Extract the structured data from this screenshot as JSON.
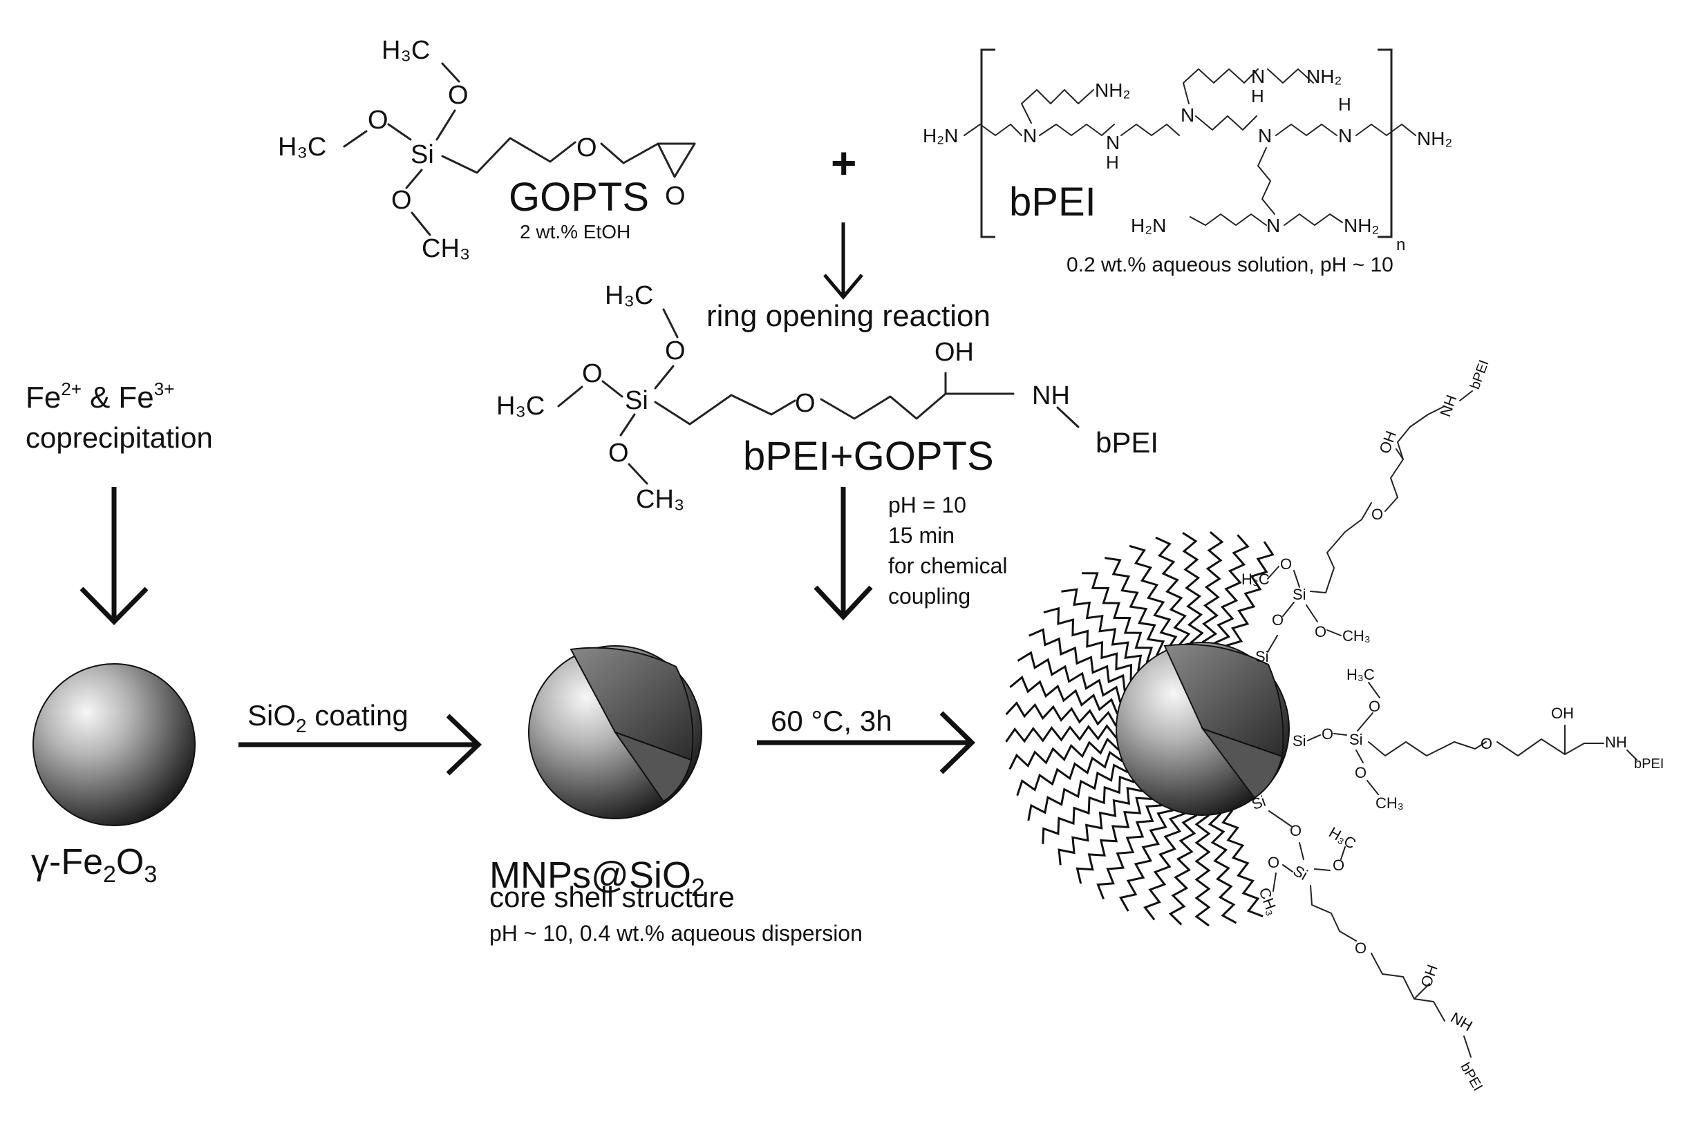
{
  "colors": {
    "background": "#ffffff",
    "ink": "#111111",
    "sphere_light": "#f4f4f4",
    "sphere_dark": "#1e1e1e"
  },
  "gopts": {
    "name": "GOPTS",
    "solvent": "2 wt.% EtOH",
    "h3c_top": "H₃C",
    "h3c_left": "H₃C",
    "ch3_bottom": "CH₃",
    "si": "Si",
    "o": "O"
  },
  "plus": "+",
  "bpei": {
    "name": "bPEI",
    "solution": "0.2 wt.% aqueous solution, pH ~ 10",
    "h2n": "H₂N",
    "nh2": "NH₂",
    "n": "N",
    "nh_h": "H",
    "subscript_n": "n"
  },
  "ring_opening": {
    "label": "ring opening reaction"
  },
  "product": {
    "name": "bPEI+GOPTS",
    "oh": "OH",
    "nh": "NH",
    "bpei": "bPEI",
    "h3c_top": "H₃C",
    "h3c_left": "H₃C",
    "ch3_bottom": "CH₃",
    "si": "Si",
    "o": "O"
  },
  "coupling": {
    "ph": "pH = 10",
    "time": "15 min",
    "purpose_line1": "for chemical",
    "purpose_line2": "coupling"
  },
  "iron": {
    "fe2": "Fe",
    "fe2_sup": "2+",
    "amp": "&",
    "fe3": "Fe",
    "fe3_sup": "3+",
    "process": "coprecipitation",
    "product_prefix": "γ-Fe",
    "product_sub1": "2",
    "product_mid": "O",
    "product_sub2": "3"
  },
  "coating": {
    "label_prefix": "SiO",
    "label_sub": "2",
    "label_suffix": " coating"
  },
  "mnps": {
    "name_prefix": "MNPs@SiO",
    "name_sub": "2",
    "structure": "core shell structure",
    "dispersion": "pH ~ 10, 0.4 wt.% aqueous dispersion"
  },
  "reaction": {
    "condition": "60 °C, 3h"
  },
  "final": {
    "si": "Si",
    "o": "O",
    "h3c": "H₃C",
    "ch3": "CH₃",
    "oh": "OH",
    "nh": "NH",
    "bpei": "bPEI"
  }
}
